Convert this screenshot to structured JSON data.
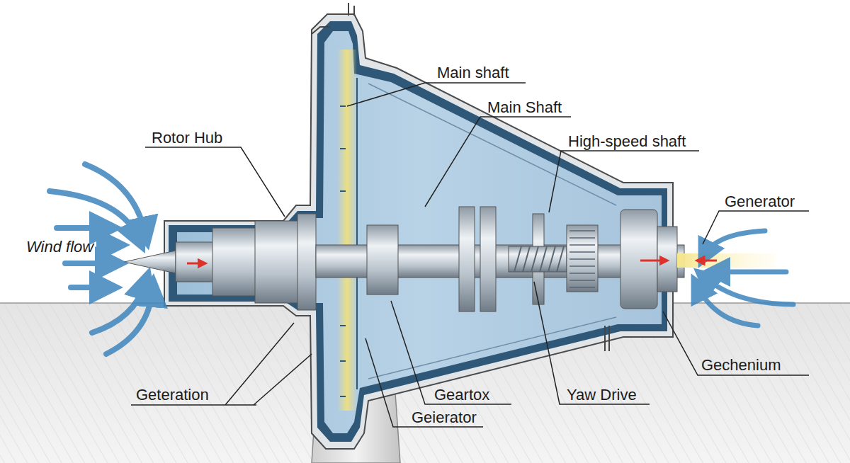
{
  "diagram": {
    "labels": [
      "Main shaft",
      "Main Shaft",
      "Rotor Hub",
      "High-speed shaft",
      "Generator",
      "Wind flow",
      "Geteration",
      "Gechenium",
      "Geartox",
      "Yaw Drive",
      "Geierator"
    ]
  }
}
